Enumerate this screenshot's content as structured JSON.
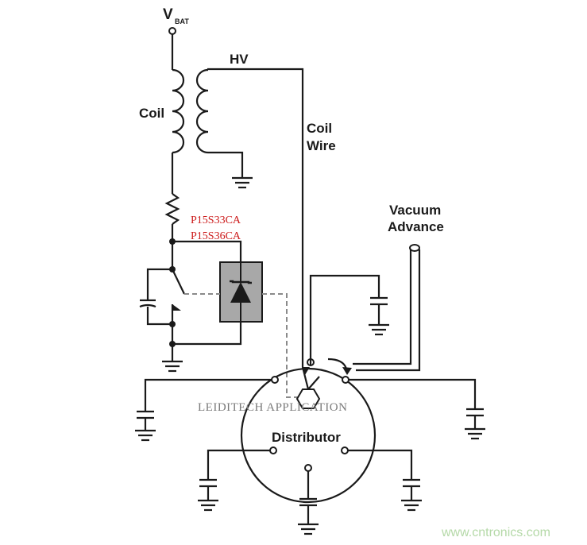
{
  "labels": {
    "vbat_main": "V",
    "vbat_sub": "BAT",
    "hv": "HV",
    "coil": "Coil",
    "coil_wire_1": "Coil",
    "coil_wire_2": "Wire",
    "vacuum_1": "Vacuum",
    "vacuum_2": "Advance",
    "distributor": "Distributor"
  },
  "parts": {
    "tvs_1": "P15S33CA",
    "tvs_2": "P15S36CA"
  },
  "watermarks": {
    "center": "LEIDITECH APPLICATION",
    "corner": "www.cntronics.com"
  },
  "colors": {
    "wire": "#1a1a1a",
    "part_text": "#cc1a1a",
    "tvs_box": "#a8a8a8",
    "dashed_link": "#8a8a8a"
  }
}
